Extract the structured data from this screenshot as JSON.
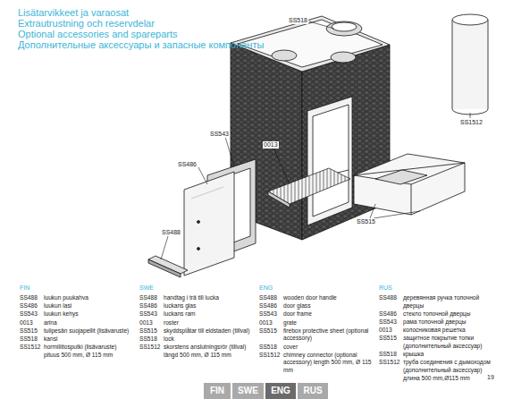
{
  "diagram": {
    "nodes": [
      {
        "text": [
          "FIN"
        ]
      },
      {
        "text": [
          "SWE"
        ]
      },
      {
        "text": [
          "ENG"
        ]
      },
      {
        "text": [
          "RUS"
        ]
      }
    ],
    "labels": [
      "Lisätarvikkeet ja varaosat",
      "Extrautrustning och reservdelar",
      "Optional accessories and spareparts",
      "Дополнительные аксессуары и запасные компоненты",
      "SS518",
      "SS1512",
      "SS543",
      "0013",
      "SS486",
      "SS515",
      "SS488",
      "FIN",
      "SS488",
      "luukun puukahva",
      "SS486",
      "luukun lasi",
      "SS543",
      "luukun kehys",
      "0013",
      "arina",
      "SS515",
      "tulipesän suojapellit (lisävaruste)",
      "SS518",
      "kansi",
      "SS1512",
      "hormiliitosputki (lisävaruste) pituus 500 mm, Ø 115 mm",
      "SWE",
      "SS488",
      "handtag i trä till lucka",
      "SS486",
      "luckans glas",
      "SS543",
      "luckans ram",
      "0013",
      "roster",
      "SS515",
      "skyddsplåtar till eldstaden (tillval)",
      "SS518",
      "lock",
      "SS1512",
      "skorstens anslutningsrör (tillval) längd 500 mm, Ø 115 mm",
      "ENG",
      "SS488",
      "wooden door handle",
      "SS486",
      "door glass",
      "SS543",
      "door frame",
      "0013",
      "grate",
      "SS515",
      "firebox protective sheet (optional accessory)",
      "SS518",
      "cover",
      "SS1512",
      "chimney connector (optional accessory) length 500 mm, Ø 115 mm",
      "RUS",
      "SS488",
      "деревянная ручка топочной дверцы",
      "SS486",
      "стекло топочной дверцы",
      "SS543",
      "рама топочной дверцы",
      "0013",
      "колосниковая решетка",
      "SS515",
      "защитное покрытие топки (дополнительный аксессуар)",
      "SS518",
      "крышка",
      "SS1512",
      "труба соединения с дымоходом (дополнительный аксессуар) длина 500 mm,Ø115 mm",
      "19"
    ]
  }
}
